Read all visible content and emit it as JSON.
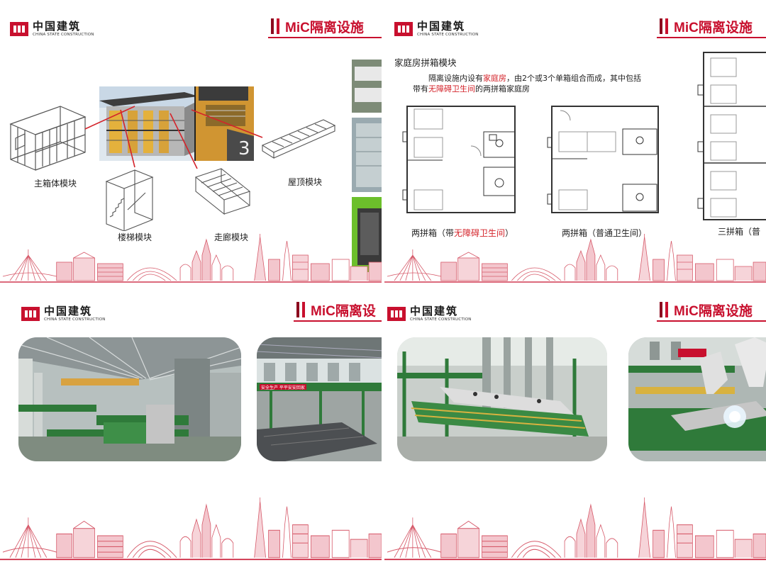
{
  "brand": {
    "cn": "中国建筑",
    "en": "CHINA STATE CONSTRUCTION",
    "accent": "#c8102e"
  },
  "panel1": {
    "banner": "MiC隔离设施",
    "labels": {
      "main_box": "主箱体模块",
      "stair": "楼梯模块",
      "corridor": "走廊模块",
      "roof": "屋顶模块"
    }
  },
  "panel2": {
    "banner": "MiC隔离设施",
    "section_title": "家庭房拼箱模块",
    "desc_line1_a": "隔离设施内设有",
    "desc_line1_red": "家庭房",
    "desc_line1_b": "，由2个或3个单箱组合而成，其中包括",
    "desc_line2_a": "带有",
    "desc_line2_red": "无障碍卫生间",
    "desc_line2_b": "的两拼箱家庭房",
    "plan1_label_a": "两拼箱（带",
    "plan1_label_red": "无障碍卫生间",
    "plan1_label_b": "）",
    "plan2_label": "两拼箱（普通卫生间）",
    "plan3_label": "三拼箱（普"
  },
  "panel3": {
    "banner": "MiC隔离设",
    "sign_text": "安全生产 平平安安回家"
  },
  "panel4": {
    "banner": "MiC隔离设施"
  }
}
